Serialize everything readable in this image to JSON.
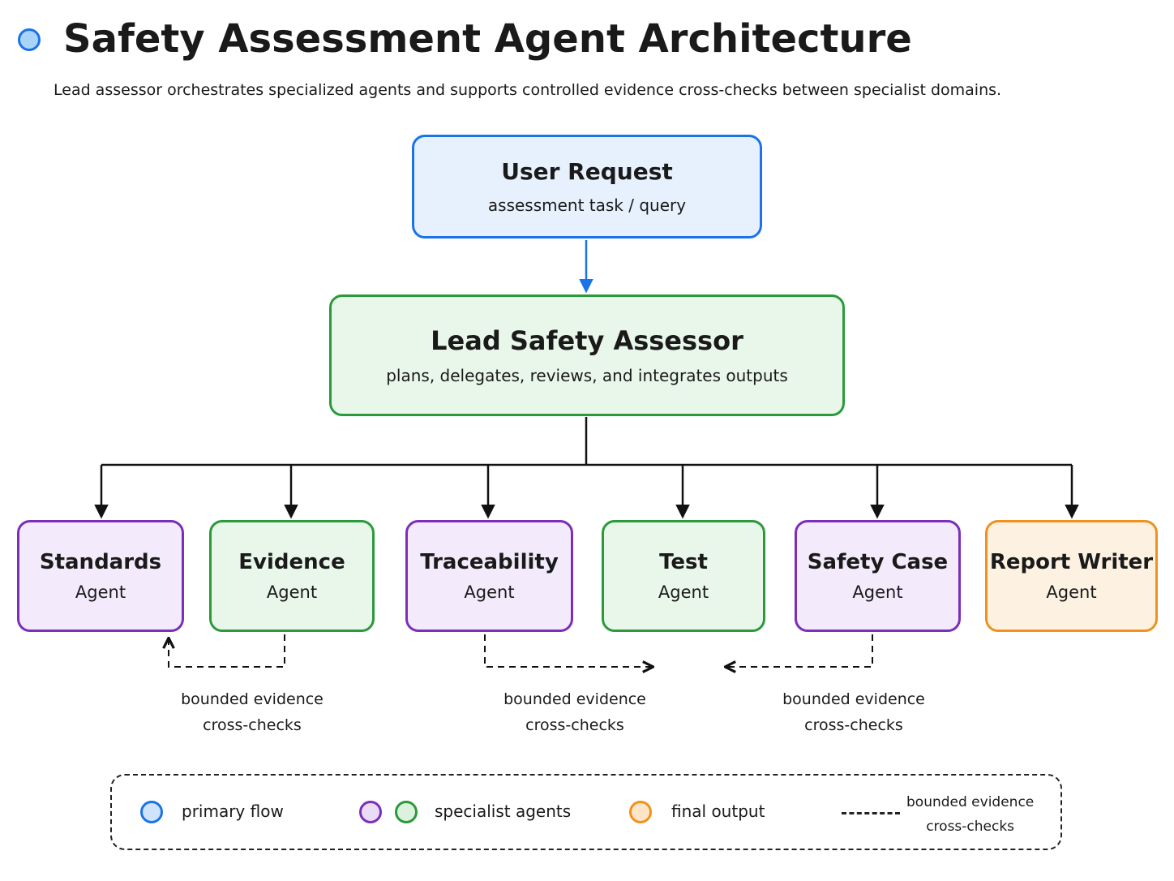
{
  "header": {
    "title": "Safety Assessment Agent Architecture",
    "subtitle": "Lead assessor orchestrates specialized agents and supports controlled evidence cross-checks between specialist domains."
  },
  "user_request": {
    "title": "User Request",
    "subtitle": "assessment task / query"
  },
  "lead_assessor": {
    "title": "Lead Safety Assessor",
    "subtitle": "plans, delegates, reviews, and integrates outputs"
  },
  "agents": [
    {
      "name": "Standards",
      "sub": "Agent",
      "color": "purple"
    },
    {
      "name": "Evidence",
      "sub": "Agent",
      "color": "green"
    },
    {
      "name": "Traceability",
      "sub": "Agent",
      "color": "purple"
    },
    {
      "name": "Test",
      "sub": "Agent",
      "color": "green"
    },
    {
      "name": "Safety Case",
      "sub": "Agent",
      "color": "purple"
    },
    {
      "name": "Report Writer",
      "sub": "Agent",
      "color": "orange"
    }
  ],
  "cross_checks": [
    {
      "line1": "bounded evidence",
      "line2": "cross-checks"
    },
    {
      "line1": "bounded evidence",
      "line2": "cross-checks"
    },
    {
      "line1": "bounded evidence",
      "line2": "cross-checks"
    }
  ],
  "legend": {
    "primary": "primary flow",
    "specialist": "specialist agents",
    "final": "final output",
    "bounded_line1": "bounded evidence",
    "bounded_line2": "cross-checks"
  },
  "colors": {
    "blue": "#1a73e8",
    "green": "#2a9a3b",
    "purple": "#7b2fb8",
    "orange": "#f0921c"
  }
}
